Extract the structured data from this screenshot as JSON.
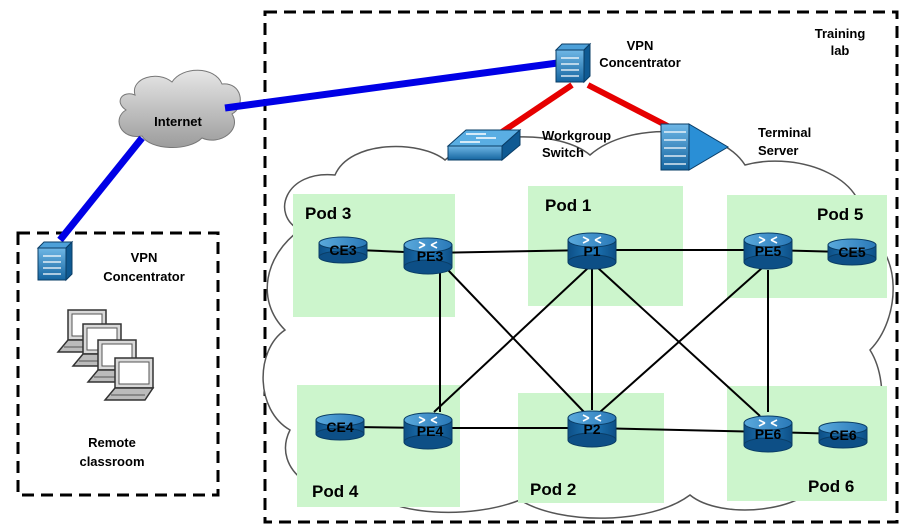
{
  "labels": {
    "internet": "Internet",
    "training_lab": [
      "Training",
      "lab"
    ],
    "vpn_lab": [
      "VPN",
      "Concentrator"
    ],
    "vpn_remote": [
      "VPN",
      "Concentrator"
    ],
    "workgroup_switch": [
      "Workgroup",
      "Switch"
    ],
    "terminal_server": [
      "Terminal",
      "Server"
    ],
    "remote_classroom": [
      "Remote",
      "classroom"
    ]
  },
  "pods": [
    "Pod 1",
    "Pod 2",
    "Pod 3",
    "Pod 4",
    "Pod 5",
    "Pod 6"
  ],
  "routers": {
    "p1": "P1",
    "p2": "P2",
    "pe3": "PE3",
    "pe4": "PE4",
    "pe5": "PE5",
    "pe6": "PE6",
    "ce3": "CE3",
    "ce4": "CE4",
    "ce5": "CE5",
    "ce6": "CE6"
  },
  "colors": {
    "wan_link": "#0000e6",
    "lab_link": "#e60000",
    "pod_fill": "#ccf5cc",
    "cloud_fill": "#ffffff",
    "internet_cloud": "#c8c8c8",
    "device_blue": "#1a6fa8"
  }
}
